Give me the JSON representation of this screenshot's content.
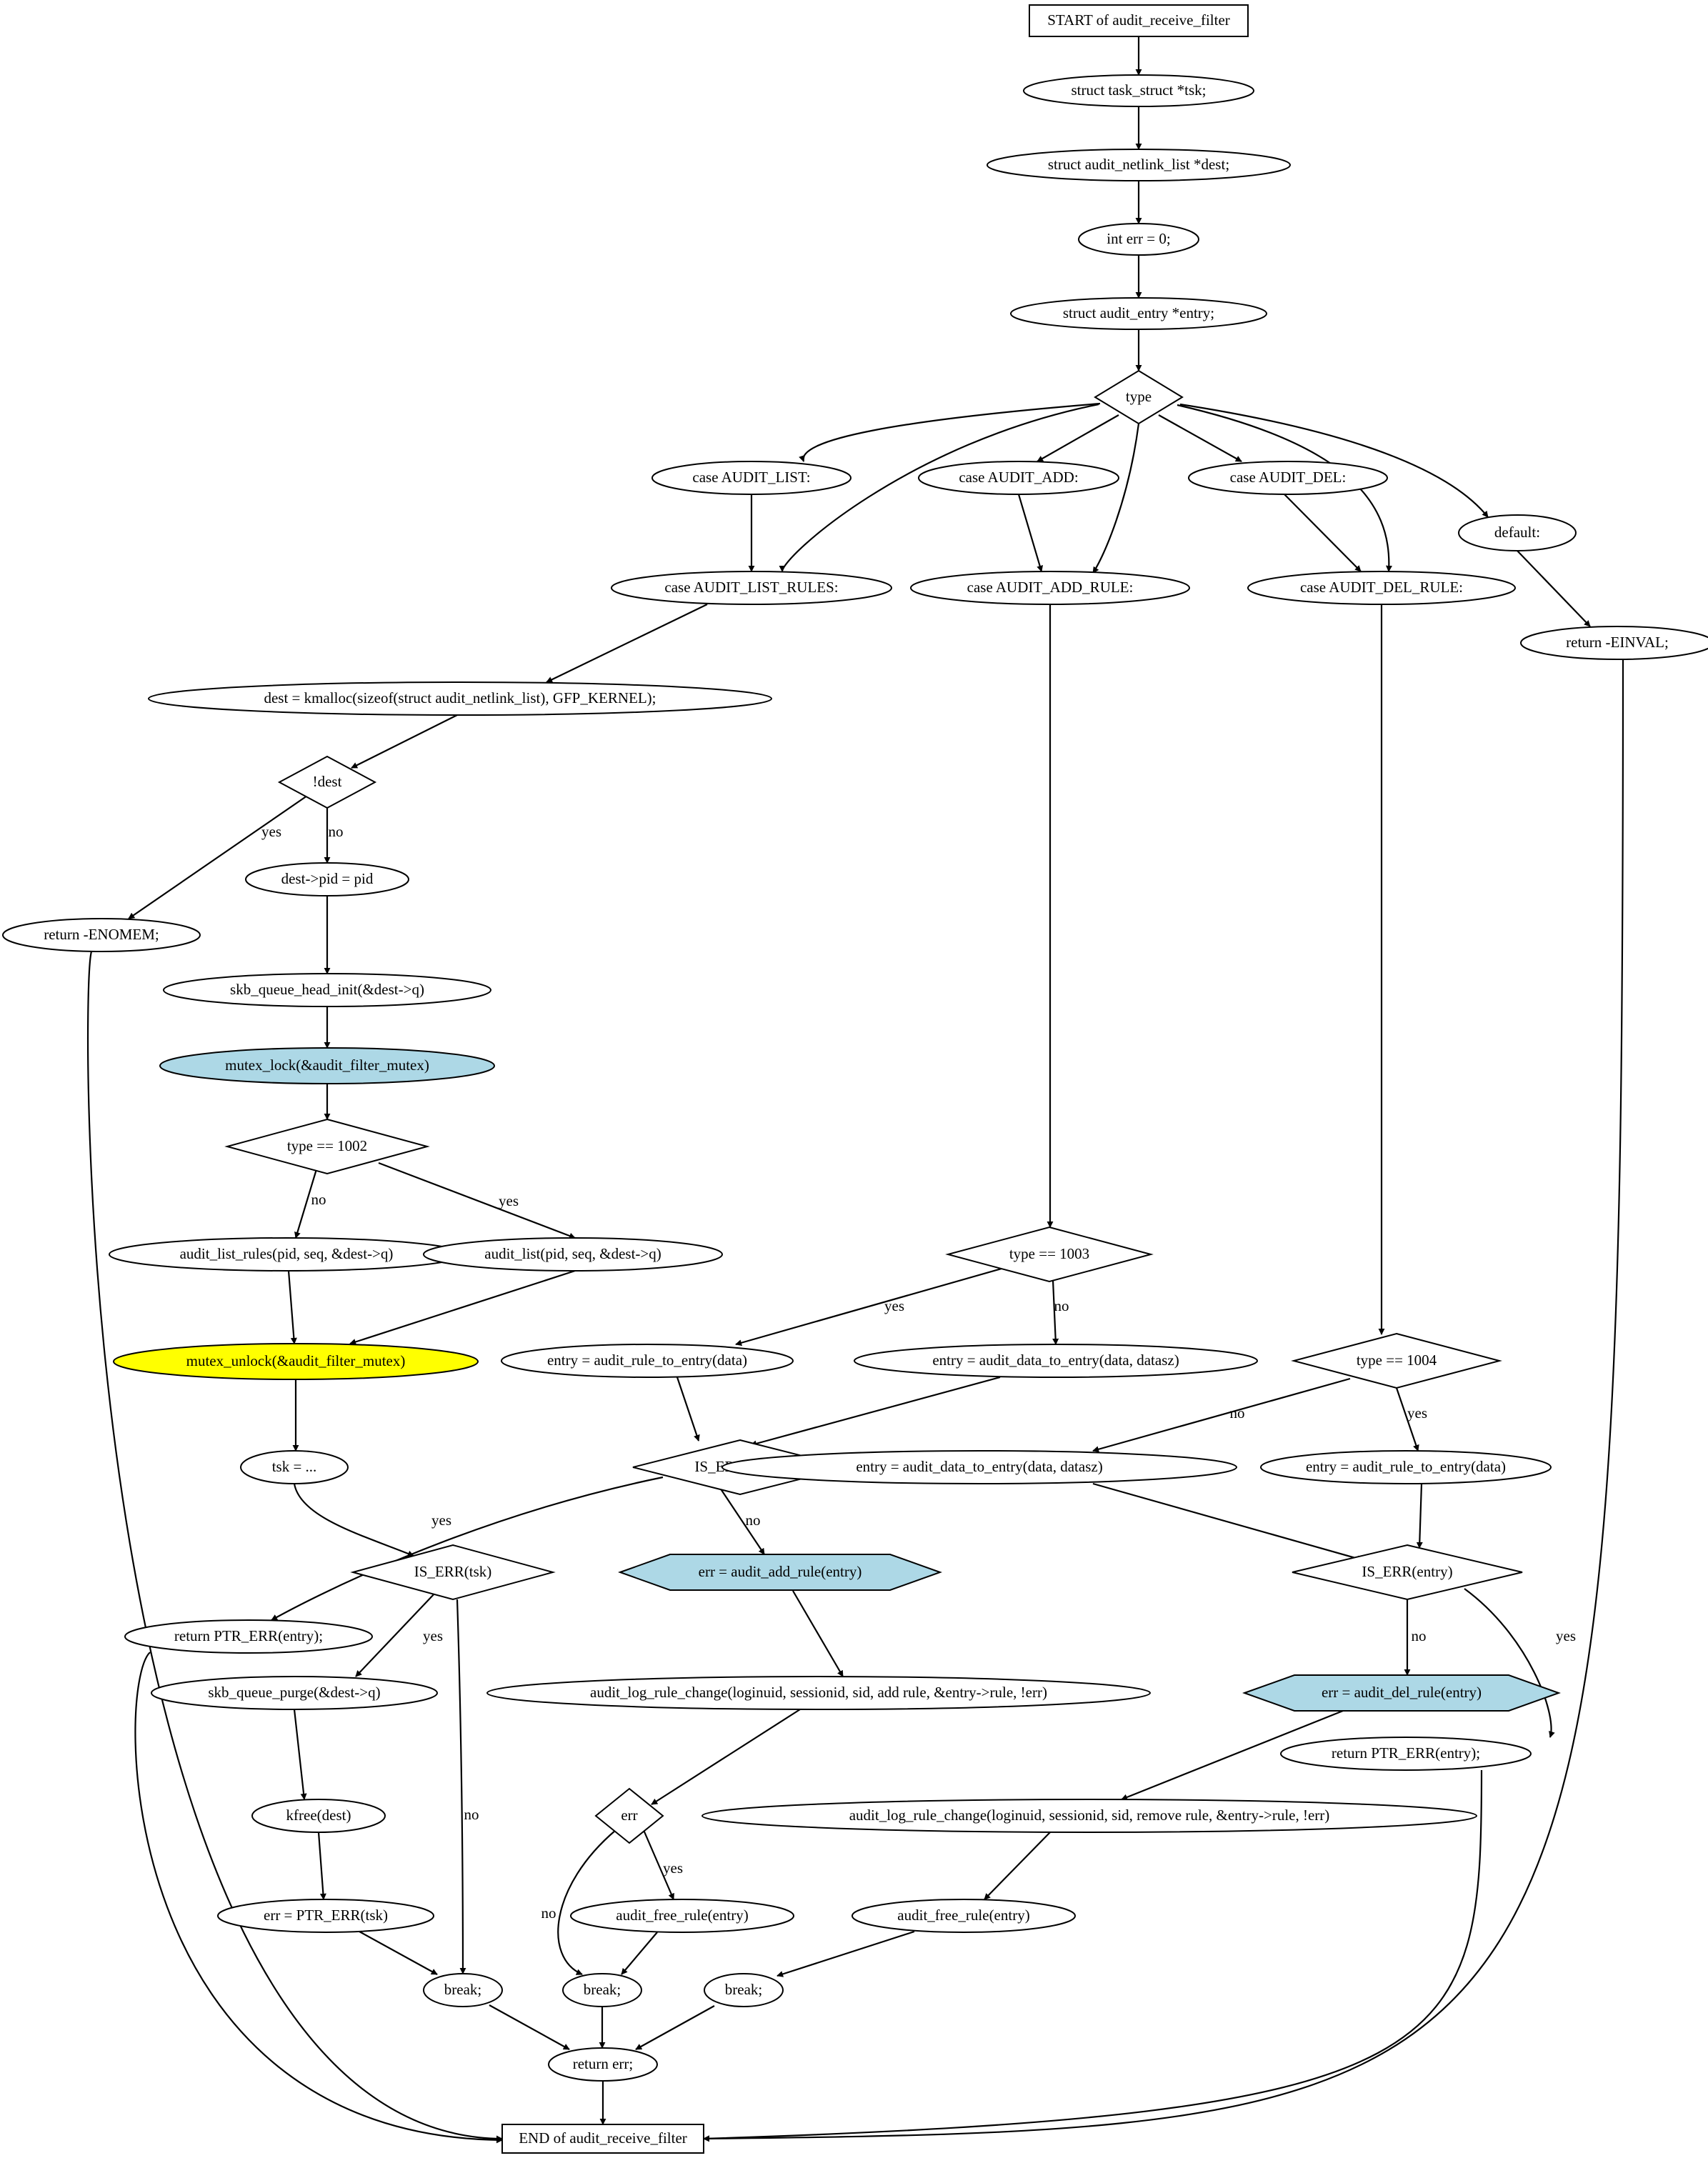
{
  "nodes": [
    {
      "id": "start",
      "shape": "box",
      "label": "START of audit_receive_filter",
      "fill": "#ffffff"
    },
    {
      "id": "tsk_decl",
      "shape": "ellipse",
      "label": "struct task_struct *tsk;",
      "fill": "#ffffff"
    },
    {
      "id": "dest_decl",
      "shape": "ellipse",
      "label": "struct audit_netlink_list *dest;",
      "fill": "#ffffff"
    },
    {
      "id": "err_decl",
      "shape": "ellipse",
      "label": "int err = 0;",
      "fill": "#ffffff"
    },
    {
      "id": "entry_decl",
      "shape": "ellipse",
      "label": "struct audit_entry *entry;",
      "fill": "#ffffff"
    },
    {
      "id": "type_switch",
      "shape": "diamond",
      "label": "type",
      "fill": "#ffffff"
    },
    {
      "id": "case_list",
      "shape": "ellipse",
      "label": "case AUDIT_LIST:",
      "fill": "#ffffff"
    },
    {
      "id": "case_add",
      "shape": "ellipse",
      "label": "case AUDIT_ADD:",
      "fill": "#ffffff"
    },
    {
      "id": "case_del",
      "shape": "ellipse",
      "label": "case AUDIT_DEL:",
      "fill": "#ffffff"
    },
    {
      "id": "default",
      "shape": "ellipse",
      "label": "default:",
      "fill": "#ffffff"
    },
    {
      "id": "case_list_rules",
      "shape": "ellipse",
      "label": "case AUDIT_LIST_RULES:",
      "fill": "#ffffff"
    },
    {
      "id": "case_add_rule",
      "shape": "ellipse",
      "label": "case AUDIT_ADD_RULE:",
      "fill": "#ffffff"
    },
    {
      "id": "case_del_rule",
      "shape": "ellipse",
      "label": "case AUDIT_DEL_RULE:",
      "fill": "#ffffff"
    },
    {
      "id": "ret_einval",
      "shape": "ellipse",
      "label": "return -EINVAL;",
      "fill": "#ffffff"
    },
    {
      "id": "kmalloc",
      "shape": "ellipse",
      "label": "dest = kmalloc(sizeof(struct audit_netlink_list), GFP_KERNEL);",
      "fill": "#ffffff"
    },
    {
      "id": "not_dest",
      "shape": "diamond",
      "label": "!dest",
      "fill": "#ffffff"
    },
    {
      "id": "ret_enomem",
      "shape": "ellipse",
      "label": "return -ENOMEM;",
      "fill": "#ffffff"
    },
    {
      "id": "dest_pid",
      "shape": "ellipse",
      "label": "dest->pid = pid",
      "fill": "#ffffff"
    },
    {
      "id": "skb_init",
      "shape": "ellipse",
      "label": "skb_queue_head_init(&dest->q)",
      "fill": "#ffffff"
    },
    {
      "id": "mutex_lock",
      "shape": "ellipse",
      "label": "mutex_lock(&audit_filter_mutex)",
      "fill": "#add8e6"
    },
    {
      "id": "type_1002",
      "shape": "diamond",
      "label": "type == 1002",
      "fill": "#ffffff"
    },
    {
      "id": "list_rules_call",
      "shape": "ellipse",
      "label": "audit_list_rules(pid, seq, &dest->q)",
      "fill": "#ffffff"
    },
    {
      "id": "list_call",
      "shape": "ellipse",
      "label": "audit_list(pid, seq, &dest->q)",
      "fill": "#ffffff"
    },
    {
      "id": "mutex_unlock",
      "shape": "ellipse",
      "label": "mutex_unlock(&audit_filter_mutex)",
      "fill": "#ffff00"
    },
    {
      "id": "tsk_assign",
      "shape": "ellipse",
      "label": "tsk = ...",
      "fill": "#ffffff"
    },
    {
      "id": "is_err_tsk",
      "shape": "diamond",
      "label": "IS_ERR(tsk)",
      "fill": "#ffffff"
    },
    {
      "id": "skb_purge",
      "shape": "ellipse",
      "label": "skb_queue_purge(&dest->q)",
      "fill": "#ffffff"
    },
    {
      "id": "kfree",
      "shape": "ellipse",
      "label": "kfree(dest)",
      "fill": "#ffffff"
    },
    {
      "id": "err_ptr_tsk",
      "shape": "ellipse",
      "label": "err = PTR_ERR(tsk)",
      "fill": "#ffffff"
    },
    {
      "id": "break1",
      "shape": "ellipse",
      "label": "break;",
      "fill": "#ffffff"
    },
    {
      "id": "type_1003",
      "shape": "diamond",
      "label": "type == 1003",
      "fill": "#ffffff"
    },
    {
      "id": "rule_to_entry_add",
      "shape": "ellipse",
      "label": "entry = audit_rule_to_entry(data)",
      "fill": "#ffffff"
    },
    {
      "id": "data_to_entry_add",
      "shape": "ellipse",
      "label": "entry = audit_data_to_entry(data, datasz)",
      "fill": "#ffffff"
    },
    {
      "id": "is_err_entry_add",
      "shape": "diamond",
      "label": "IS_ERR(entry)",
      "fill": "#ffffff"
    },
    {
      "id": "ret_ptr_err_add",
      "shape": "ellipse",
      "label": "return PTR_ERR(entry);",
      "fill": "#ffffff"
    },
    {
      "id": "add_rule",
      "shape": "hexagon",
      "label": "err = audit_add_rule(entry)",
      "fill": "#add8e6"
    },
    {
      "id": "log_add",
      "shape": "ellipse",
      "label": "audit_log_rule_change(loginuid, sessionid, sid, add rule, &entry->rule, !err)",
      "fill": "#ffffff"
    },
    {
      "id": "err_check",
      "shape": "diamond",
      "label": "err",
      "fill": "#ffffff"
    },
    {
      "id": "free_rule_add",
      "shape": "ellipse",
      "label": "audit_free_rule(entry)",
      "fill": "#ffffff"
    },
    {
      "id": "break2",
      "shape": "ellipse",
      "label": "break;",
      "fill": "#ffffff"
    },
    {
      "id": "type_1004",
      "shape": "diamond",
      "label": "type == 1004",
      "fill": "#ffffff"
    },
    {
      "id": "data_to_entry_del",
      "shape": "ellipse",
      "label": "entry = audit_data_to_entry(data, datasz)",
      "fill": "#ffffff"
    },
    {
      "id": "rule_to_entry_del",
      "shape": "ellipse",
      "label": "entry = audit_rule_to_entry(data)",
      "fill": "#ffffff"
    },
    {
      "id": "is_err_entry_del",
      "shape": "diamond",
      "label": "IS_ERR(entry)",
      "fill": "#ffffff"
    },
    {
      "id": "del_rule",
      "shape": "hexagon",
      "label": "err = audit_del_rule(entry)",
      "fill": "#add8e6"
    },
    {
      "id": "ret_ptr_err_del",
      "shape": "ellipse",
      "label": "return PTR_ERR(entry);",
      "fill": "#ffffff"
    },
    {
      "id": "log_del",
      "shape": "ellipse",
      "label": "audit_log_rule_change(loginuid, sessionid, sid, remove rule, &entry->rule, !err)",
      "fill": "#ffffff"
    },
    {
      "id": "free_rule_del",
      "shape": "ellipse",
      "label": "audit_free_rule(entry)",
      "fill": "#ffffff"
    },
    {
      "id": "break3",
      "shape": "ellipse",
      "label": "break;",
      "fill": "#ffffff"
    },
    {
      "id": "ret_err",
      "shape": "ellipse",
      "label": "return err;",
      "fill": "#ffffff"
    },
    {
      "id": "end",
      "shape": "box",
      "label": "END of audit_receive_filter",
      "fill": "#ffffff"
    }
  ],
  "edges": [
    {
      "from": "start",
      "to": "tsk_decl",
      "label": ""
    },
    {
      "from": "tsk_decl",
      "to": "dest_decl",
      "label": ""
    },
    {
      "from": "dest_decl",
      "to": "err_decl",
      "label": ""
    },
    {
      "from": "err_decl",
      "to": "entry_decl",
      "label": ""
    },
    {
      "from": "entry_decl",
      "to": "type_switch",
      "label": ""
    },
    {
      "from": "type_switch",
      "to": "case_list",
      "label": ""
    },
    {
      "from": "type_switch",
      "to": "case_list_rules",
      "label": ""
    },
    {
      "from": "type_switch",
      "to": "case_add",
      "label": ""
    },
    {
      "from": "type_switch",
      "to": "case_add_rule",
      "label": ""
    },
    {
      "from": "type_switch",
      "to": "case_del",
      "label": ""
    },
    {
      "from": "type_switch",
      "to": "case_del_rule",
      "label": ""
    },
    {
      "from": "type_switch",
      "to": "default",
      "label": ""
    },
    {
      "from": "case_list",
      "to": "case_list_rules",
      "label": ""
    },
    {
      "from": "case_add",
      "to": "case_add_rule",
      "label": ""
    },
    {
      "from": "case_del",
      "to": "case_del_rule",
      "label": ""
    },
    {
      "from": "default",
      "to": "ret_einval",
      "label": ""
    },
    {
      "from": "case_list_rules",
      "to": "kmalloc",
      "label": ""
    },
    {
      "from": "kmalloc",
      "to": "not_dest",
      "label": ""
    },
    {
      "from": "not_dest",
      "to": "ret_enomem",
      "label": "yes"
    },
    {
      "from": "not_dest",
      "to": "dest_pid",
      "label": "no"
    },
    {
      "from": "dest_pid",
      "to": "skb_init",
      "label": ""
    },
    {
      "from": "skb_init",
      "to": "mutex_lock",
      "label": ""
    },
    {
      "from": "mutex_lock",
      "to": "type_1002",
      "label": ""
    },
    {
      "from": "type_1002",
      "to": "list_rules_call",
      "label": "no"
    },
    {
      "from": "type_1002",
      "to": "list_call",
      "label": "yes"
    },
    {
      "from": "list_rules_call",
      "to": "mutex_unlock",
      "label": ""
    },
    {
      "from": "list_call",
      "to": "mutex_unlock",
      "label": ""
    },
    {
      "from": "mutex_unlock",
      "to": "tsk_assign",
      "label": ""
    },
    {
      "from": "tsk_assign",
      "to": "is_err_tsk",
      "label": ""
    },
    {
      "from": "is_err_tsk",
      "to": "skb_purge",
      "label": "yes"
    },
    {
      "from": "is_err_tsk",
      "to": "break1",
      "label": "no"
    },
    {
      "from": "skb_purge",
      "to": "kfree",
      "label": ""
    },
    {
      "from": "kfree",
      "to": "err_ptr_tsk",
      "label": ""
    },
    {
      "from": "err_ptr_tsk",
      "to": "break1",
      "label": ""
    },
    {
      "from": "case_add_rule",
      "to": "type_1003",
      "label": ""
    },
    {
      "from": "type_1003",
      "to": "rule_to_entry_add",
      "label": "yes"
    },
    {
      "from": "type_1003",
      "to": "data_to_entry_add",
      "label": "no"
    },
    {
      "from": "rule_to_entry_add",
      "to": "is_err_entry_add",
      "label": ""
    },
    {
      "from": "data_to_entry_add",
      "to": "is_err_entry_add",
      "label": ""
    },
    {
      "from": "is_err_entry_add",
      "to": "ret_ptr_err_add",
      "label": "yes"
    },
    {
      "from": "is_err_entry_add",
      "to": "add_rule",
      "label": "no"
    },
    {
      "from": "add_rule",
      "to": "log_add",
      "label": ""
    },
    {
      "from": "log_add",
      "to": "err_check",
      "label": ""
    },
    {
      "from": "err_check",
      "to": "free_rule_add",
      "label": "yes"
    },
    {
      "from": "err_check",
      "to": "break2",
      "label": "no"
    },
    {
      "from": "free_rule_add",
      "to": "break2",
      "label": ""
    },
    {
      "from": "case_del_rule",
      "to": "type_1004",
      "label": ""
    },
    {
      "from": "type_1004",
      "to": "data_to_entry_del",
      "label": "no"
    },
    {
      "from": "type_1004",
      "to": "rule_to_entry_del",
      "label": "yes"
    },
    {
      "from": "data_to_entry_del",
      "to": "is_err_entry_del",
      "label": ""
    },
    {
      "from": "rule_to_entry_del",
      "to": "is_err_entry_del",
      "label": ""
    },
    {
      "from": "is_err_entry_del",
      "to": "del_rule",
      "label": "no"
    },
    {
      "from": "is_err_entry_del",
      "to": "ret_ptr_err_del",
      "label": "yes"
    },
    {
      "from": "del_rule",
      "to": "log_del",
      "label": ""
    },
    {
      "from": "log_del",
      "to": "free_rule_del",
      "label": ""
    },
    {
      "from": "free_rule_del",
      "to": "break3",
      "label": ""
    },
    {
      "from": "break1",
      "to": "ret_err",
      "label": ""
    },
    {
      "from": "break2",
      "to": "ret_err",
      "label": ""
    },
    {
      "from": "break3",
      "to": "ret_err",
      "label": ""
    },
    {
      "from": "ret_err",
      "to": "end",
      "label": ""
    },
    {
      "from": "ret_enomem",
      "to": "end",
      "label": ""
    },
    {
      "from": "ret_ptr_err_add",
      "to": "end",
      "label": ""
    },
    {
      "from": "ret_ptr_err_del",
      "to": "end",
      "label": ""
    },
    {
      "from": "ret_einval",
      "to": "end",
      "label": ""
    }
  ]
}
